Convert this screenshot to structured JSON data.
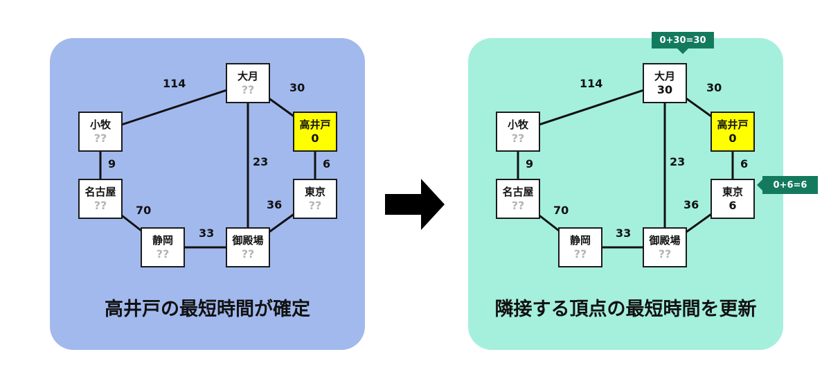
{
  "panels": {
    "left": {
      "caption": "高井戸の最短時間が確定",
      "nodes": {
        "otsuki": {
          "name": "大月",
          "value": "??"
        },
        "komaki": {
          "name": "小牧",
          "value": "??"
        },
        "takaido": {
          "name": "高井戸",
          "value": "0"
        },
        "nagoya": {
          "name": "名古屋",
          "value": "??"
        },
        "tokyo": {
          "name": "東京",
          "value": "??"
        },
        "shizuoka": {
          "name": "静岡",
          "value": "??"
        },
        "gotemba": {
          "name": "御殿場",
          "value": "??"
        }
      }
    },
    "right": {
      "caption": "隣接する頂点の最短時間を更新",
      "nodes": {
        "otsuki": {
          "name": "大月",
          "value": "30"
        },
        "komaki": {
          "name": "小牧",
          "value": "??"
        },
        "takaido": {
          "name": "高井戸",
          "value": "0"
        },
        "nagoya": {
          "name": "名古屋",
          "value": "??"
        },
        "tokyo": {
          "name": "東京",
          "value": "6"
        },
        "shizuoka": {
          "name": "静岡",
          "value": "??"
        },
        "gotemba": {
          "name": "御殿場",
          "value": "??"
        }
      },
      "tooltips": {
        "otsuki": "0+30=30",
        "tokyo": "0+6=6"
      }
    }
  },
  "edge_weights": {
    "otsuki_komaki": "114",
    "otsuki_takaido": "30",
    "otsuki_gotemba": "23",
    "komaki_nagoya": "9",
    "takaido_tokyo": "6",
    "tokyo_gotemba": "36",
    "nagoya_shizuoka": "70",
    "shizuoka_gotemba": "33"
  },
  "colors": {
    "left_panel": "#a2b9ed",
    "right_panel": "#a5efdd",
    "start_node": "#ffff00",
    "tooltip": "#137a5e",
    "unknown_value": "#b4b4b4"
  },
  "icons": {
    "transition": "right-arrow-icon"
  }
}
